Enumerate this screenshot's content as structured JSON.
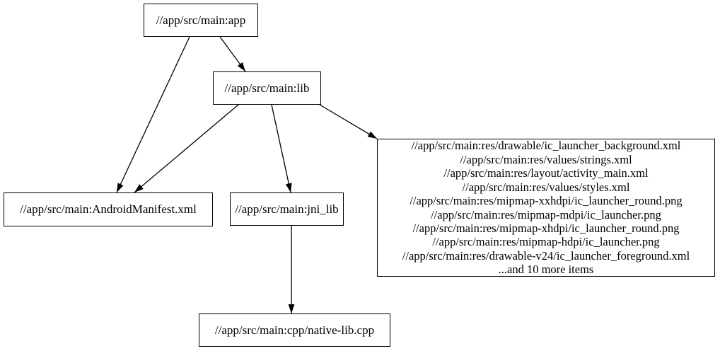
{
  "graph": {
    "background_color": "#ffffff",
    "stroke_color": "#000000",
    "text_color": "#000000",
    "nodes": {
      "app": {
        "label": "//app/src/main:app"
      },
      "lib": {
        "label": "//app/src/main:lib"
      },
      "manifest": {
        "label": "//app/src/main:AndroidManifest.xml"
      },
      "jni_lib": {
        "label": "//app/src/main:jni_lib"
      },
      "cpp": {
        "label": "//app/src/main:cpp/native-lib.cpp"
      },
      "res_group": {
        "lines": [
          "//app/src/main:res/drawable/ic_launcher_background.xml",
          "//app/src/main:res/values/strings.xml",
          "//app/src/main:res/layout/activity_main.xml",
          "//app/src/main:res/values/styles.xml",
          "//app/src/main:res/mipmap-xxhdpi/ic_launcher_round.png",
          "//app/src/main:res/mipmap-mdpi/ic_launcher.png",
          "//app/src/main:res/mipmap-xhdpi/ic_launcher_round.png",
          "//app/src/main:res/mipmap-hdpi/ic_launcher.png",
          "//app/src/main:res/drawable-v24/ic_launcher_foreground.xml",
          "...and 10 more items"
        ]
      }
    },
    "edges": [
      {
        "from": "app",
        "to": "lib"
      },
      {
        "from": "app",
        "to": "manifest"
      },
      {
        "from": "lib",
        "to": "manifest"
      },
      {
        "from": "lib",
        "to": "jni_lib"
      },
      {
        "from": "lib",
        "to": "res_group"
      },
      {
        "from": "jni_lib",
        "to": "cpp"
      }
    ]
  }
}
